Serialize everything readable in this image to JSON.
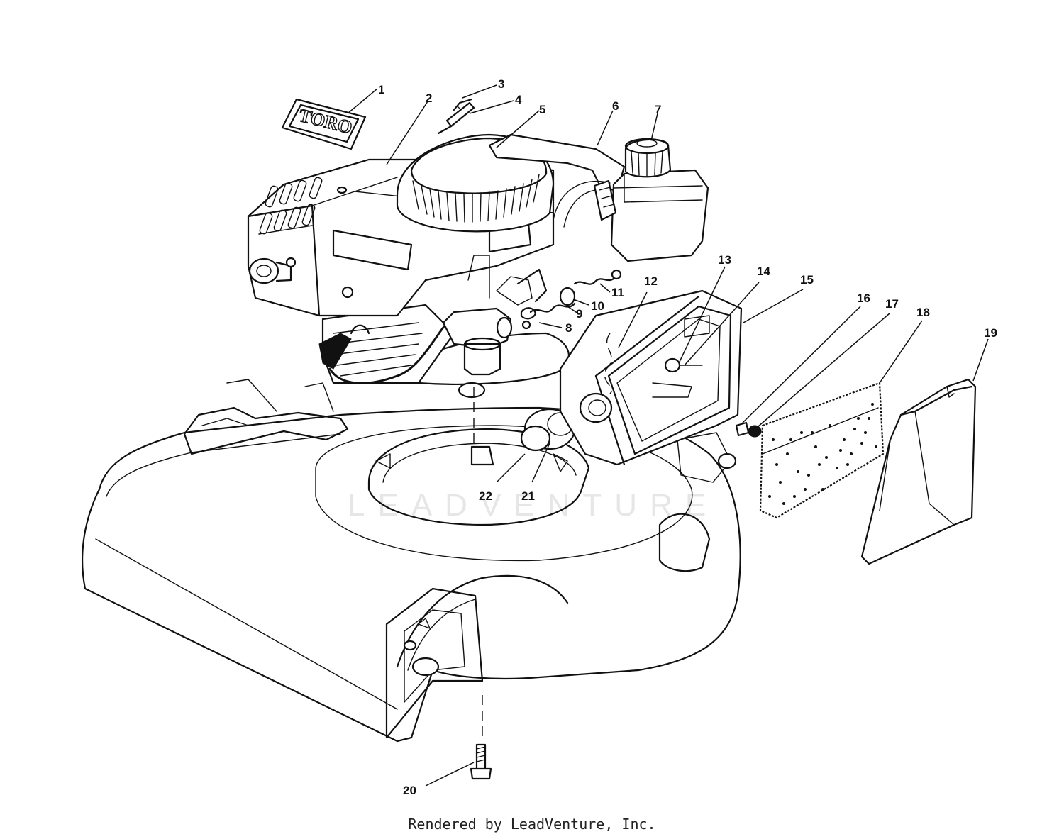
{
  "diagram": {
    "logo_text": "TORO",
    "watermark": "LEADVENTURE",
    "callouts": [
      {
        "id": "1",
        "label": "1"
      },
      {
        "id": "2",
        "label": "2"
      },
      {
        "id": "3",
        "label": "3"
      },
      {
        "id": "4",
        "label": "4"
      },
      {
        "id": "5",
        "label": "5"
      },
      {
        "id": "6",
        "label": "6"
      },
      {
        "id": "7",
        "label": "7"
      },
      {
        "id": "8",
        "label": "8"
      },
      {
        "id": "9",
        "label": "9"
      },
      {
        "id": "10",
        "label": "10"
      },
      {
        "id": "11",
        "label": "11"
      },
      {
        "id": "12",
        "label": "12"
      },
      {
        "id": "13",
        "label": "13"
      },
      {
        "id": "14",
        "label": "14"
      },
      {
        "id": "15",
        "label": "15"
      },
      {
        "id": "16",
        "label": "16"
      },
      {
        "id": "17",
        "label": "17"
      },
      {
        "id": "18",
        "label": "18"
      },
      {
        "id": "19",
        "label": "19"
      },
      {
        "id": "20",
        "label": "20"
      },
      {
        "id": "21",
        "label": "21"
      },
      {
        "id": "22",
        "label": "22"
      }
    ]
  },
  "footer": {
    "credit": "Rendered by LeadVenture, Inc."
  }
}
